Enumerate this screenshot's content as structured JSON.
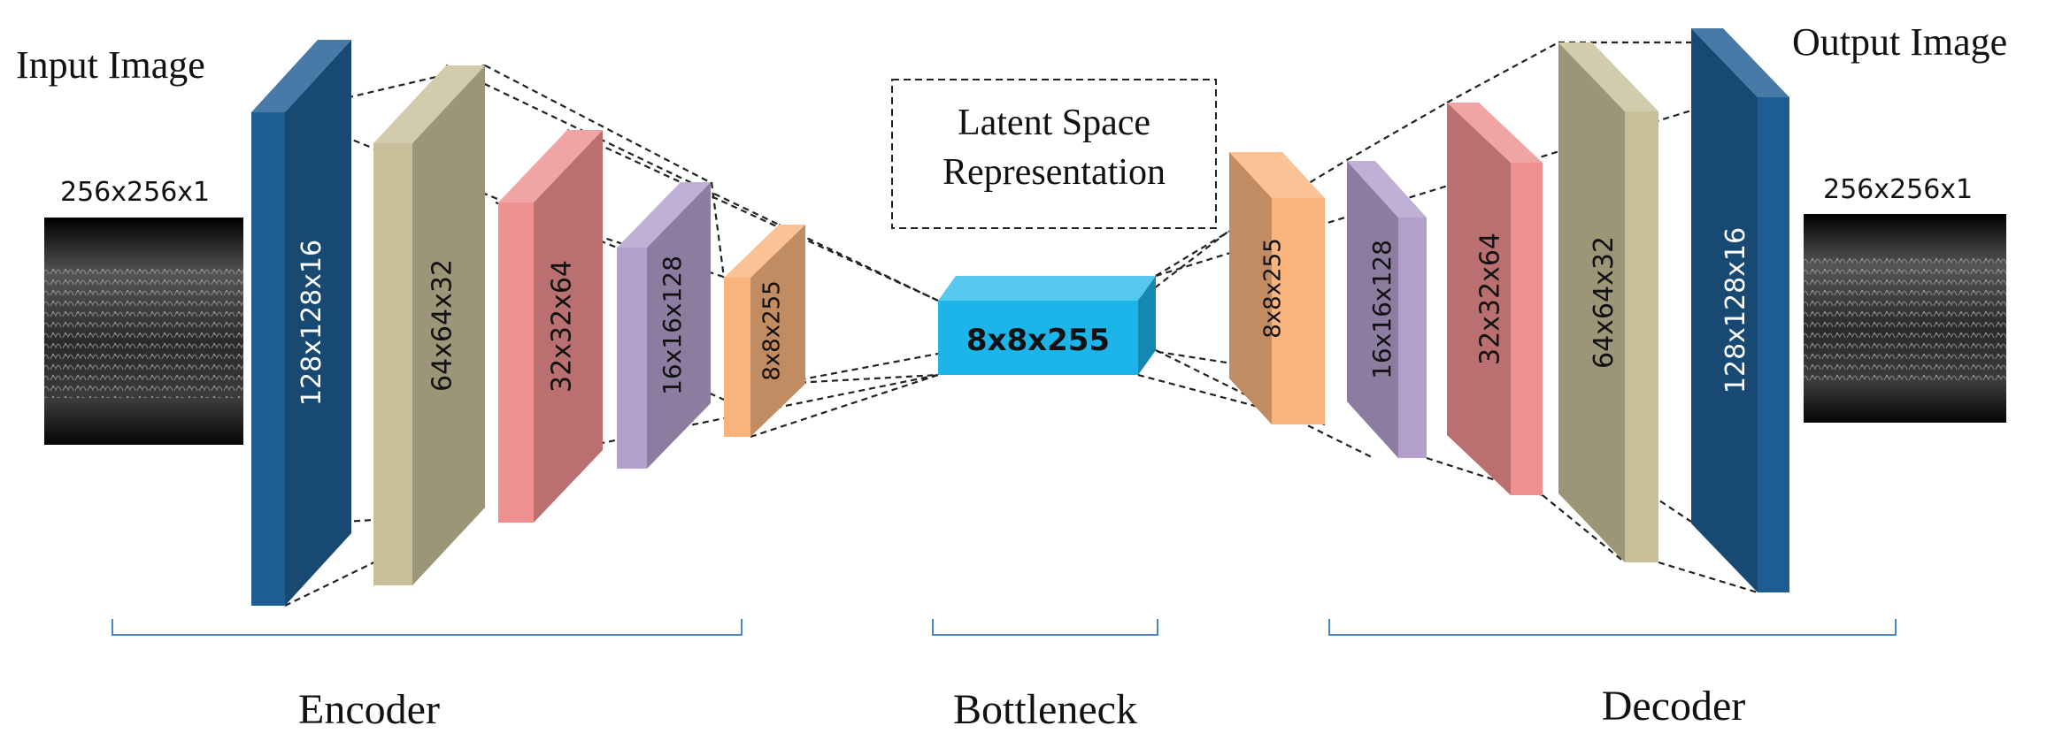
{
  "input_title": "Input Image",
  "output_title": "Output Image",
  "input_size": "256x256x1",
  "output_size": "256x256x1",
  "latent_box_text": "Latent Space Representation",
  "bottleneck_label": "8x8x255",
  "encoder": [
    {
      "label": "128x128x16",
      "color": "#1e5d94"
    },
    {
      "label": "64x64x32",
      "color": "#c8bf9a"
    },
    {
      "label": "32x32x64",
      "color": "#ee9090"
    },
    {
      "label": "16x16x128",
      "color": "#b39fcc"
    },
    {
      "label": "8x8x255",
      "color": "#f9b47e"
    }
  ],
  "decoder": [
    {
      "label": "8x8x255",
      "color": "#f9b47e"
    },
    {
      "label": "16x16x128",
      "color": "#b39fcc"
    },
    {
      "label": "32x32x64",
      "color": "#ee9090"
    },
    {
      "label": "64x64x32",
      "color": "#c8bf9a"
    },
    {
      "label": "128x128x16",
      "color": "#1e5d94"
    }
  ],
  "sections": {
    "encoder": "Encoder",
    "bottleneck": "Bottleneck",
    "decoder": "Decoder"
  },
  "colors": {
    "bottleneck": "#1bb5ea",
    "brace": "#4a86c8"
  }
}
